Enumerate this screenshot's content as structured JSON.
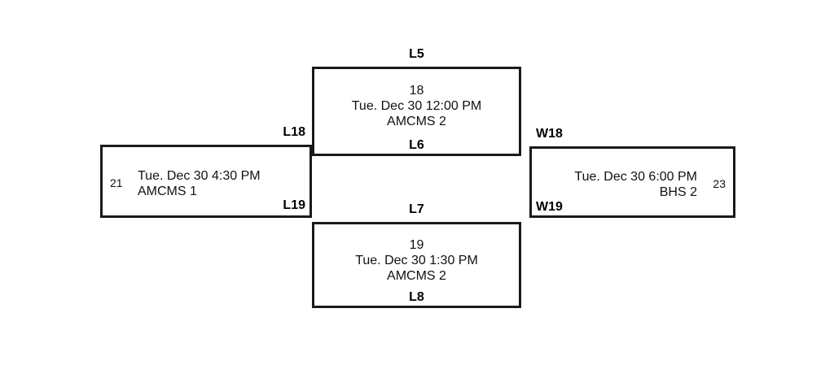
{
  "bracket": {
    "type": "tournament-bracket",
    "games": [
      {
        "id": "game-18",
        "number": "18",
        "datetime": "Tue. Dec 30 12:00 PM",
        "venue": "AMCMS 2",
        "top_label": "L5",
        "bottom_label": "L6",
        "align": "center",
        "position": "top"
      },
      {
        "id": "game-19",
        "number": "19",
        "datetime": "Tue. Dec 30 1:30 PM",
        "venue": "AMCMS 2",
        "top_label": "L7",
        "bottom_label": "L8",
        "align": "center",
        "position": "bottom"
      },
      {
        "id": "game-21",
        "number": "21",
        "datetime": "Tue. Dec 30 4:30 PM",
        "venue": "AMCMS 1",
        "top_label": "L18",
        "bottom_label": "L19",
        "align": "left",
        "position": "left"
      },
      {
        "id": "game-23",
        "number": "23",
        "datetime": "Tue. Dec 30 6:00 PM",
        "venue": "BHS 2",
        "top_label": "W18",
        "bottom_label": "W19",
        "align": "right",
        "position": "right"
      }
    ]
  },
  "colors": {
    "background": "#ffffff",
    "border": "#1a1a1a",
    "text": "#111111",
    "label": "#000000"
  }
}
